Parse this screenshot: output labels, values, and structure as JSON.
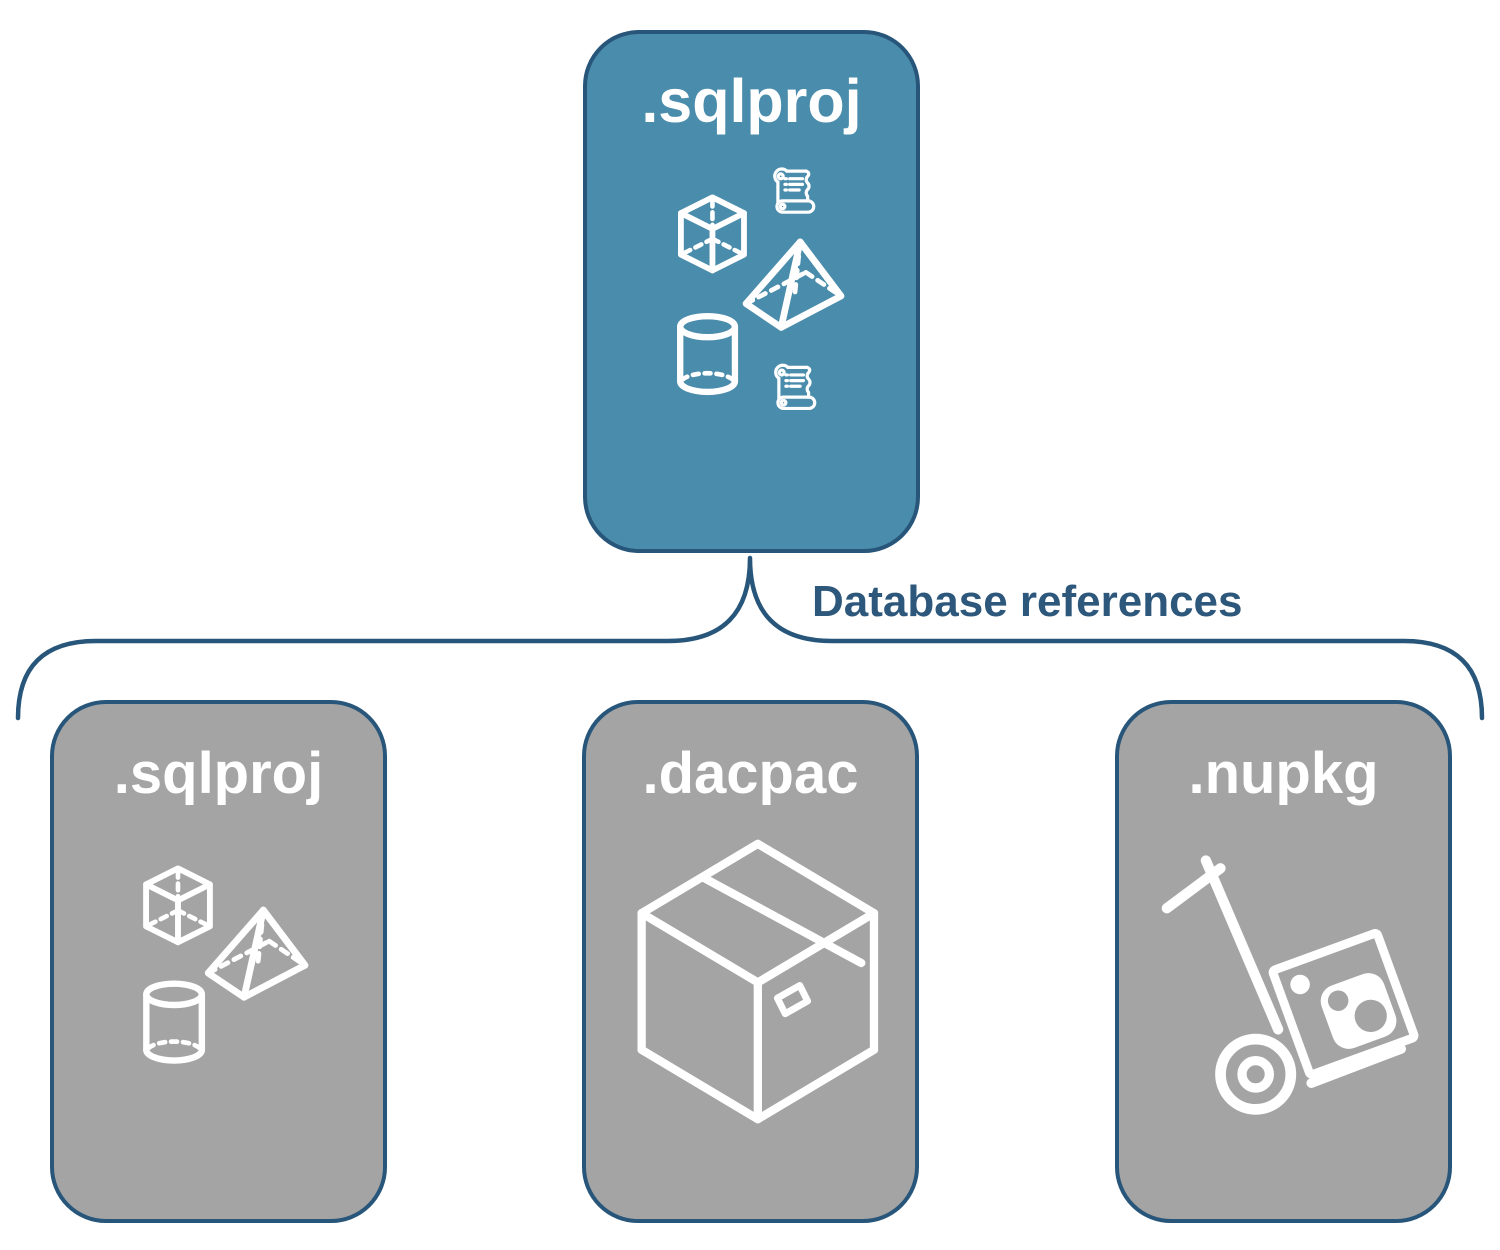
{
  "diagram": {
    "root": {
      "label": ".sqlproj",
      "icons": [
        "scroll-icon",
        "cube-icon",
        "pyramid-icon",
        "cylinder-icon",
        "scroll-icon"
      ]
    },
    "connector": {
      "label": "Database references"
    },
    "children": [
      {
        "label": ".sqlproj",
        "icons": [
          "cube-icon",
          "pyramid-icon",
          "cylinder-icon"
        ]
      },
      {
        "label": ".dacpac",
        "icons": [
          "package-box-icon"
        ]
      },
      {
        "label": ".nupkg",
        "icons": [
          "hand-truck-nuget-package-icon"
        ]
      }
    ],
    "colors": {
      "root_fill": "#4A8CAB",
      "child_fill": "#A4A4A4",
      "outline": "#28567A",
      "node_label_text": "#FFFFFF",
      "connector_text": "#2D587C",
      "icon_stroke": "#FFFFFF",
      "background": "#FFFFFF"
    }
  }
}
